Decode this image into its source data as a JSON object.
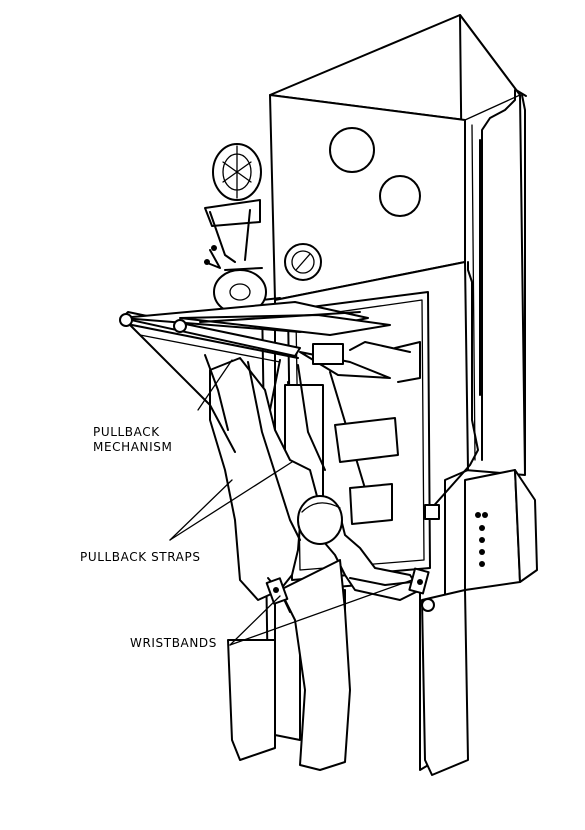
{
  "labels": {
    "pullback_mechanism_line1": "PULLBACK",
    "pullback_mechanism_line2": "MECHANISM",
    "pullback_straps": "PULLBACK STRAPS",
    "wristbands": "WRISTBANDS"
  },
  "colors": {
    "ink": "#000000",
    "paper": "#ffffff"
  }
}
